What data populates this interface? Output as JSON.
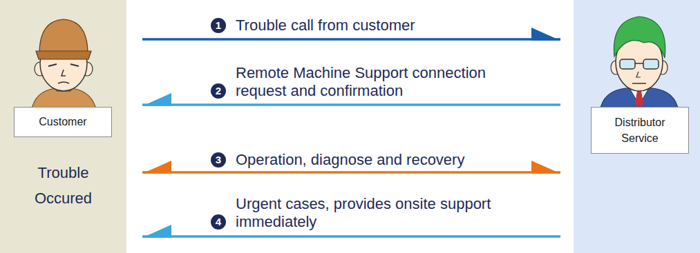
{
  "diagram": {
    "nodes": [
      {
        "text": [
          "Trouble Occured"
        ]
      },
      {
        "text": [
          "Customer"
        ],
        "in": 0
      },
      {
        "text": [
          "Distributor Service"
        ]
      }
    ],
    "edges": [
      {
        "from": 1,
        "to": 2,
        "arrow": "to",
        "label": "Trouble call from customer"
      },
      {
        "from": 2,
        "to": 1,
        "arrow": "to",
        "label": "Remote Machine Support connection request and confirmation"
      },
      {
        "from": 1,
        "to": 2,
        "arrow": "both",
        "label": "Operation, diagnose and recovery"
      },
      {
        "from": 2,
        "to": 1,
        "arrow": "to",
        "label": "Urgent cases, provides onsite support immediately"
      }
    ],
    "labels": [
      "1",
      "2",
      "3",
      "4"
    ]
  }
}
